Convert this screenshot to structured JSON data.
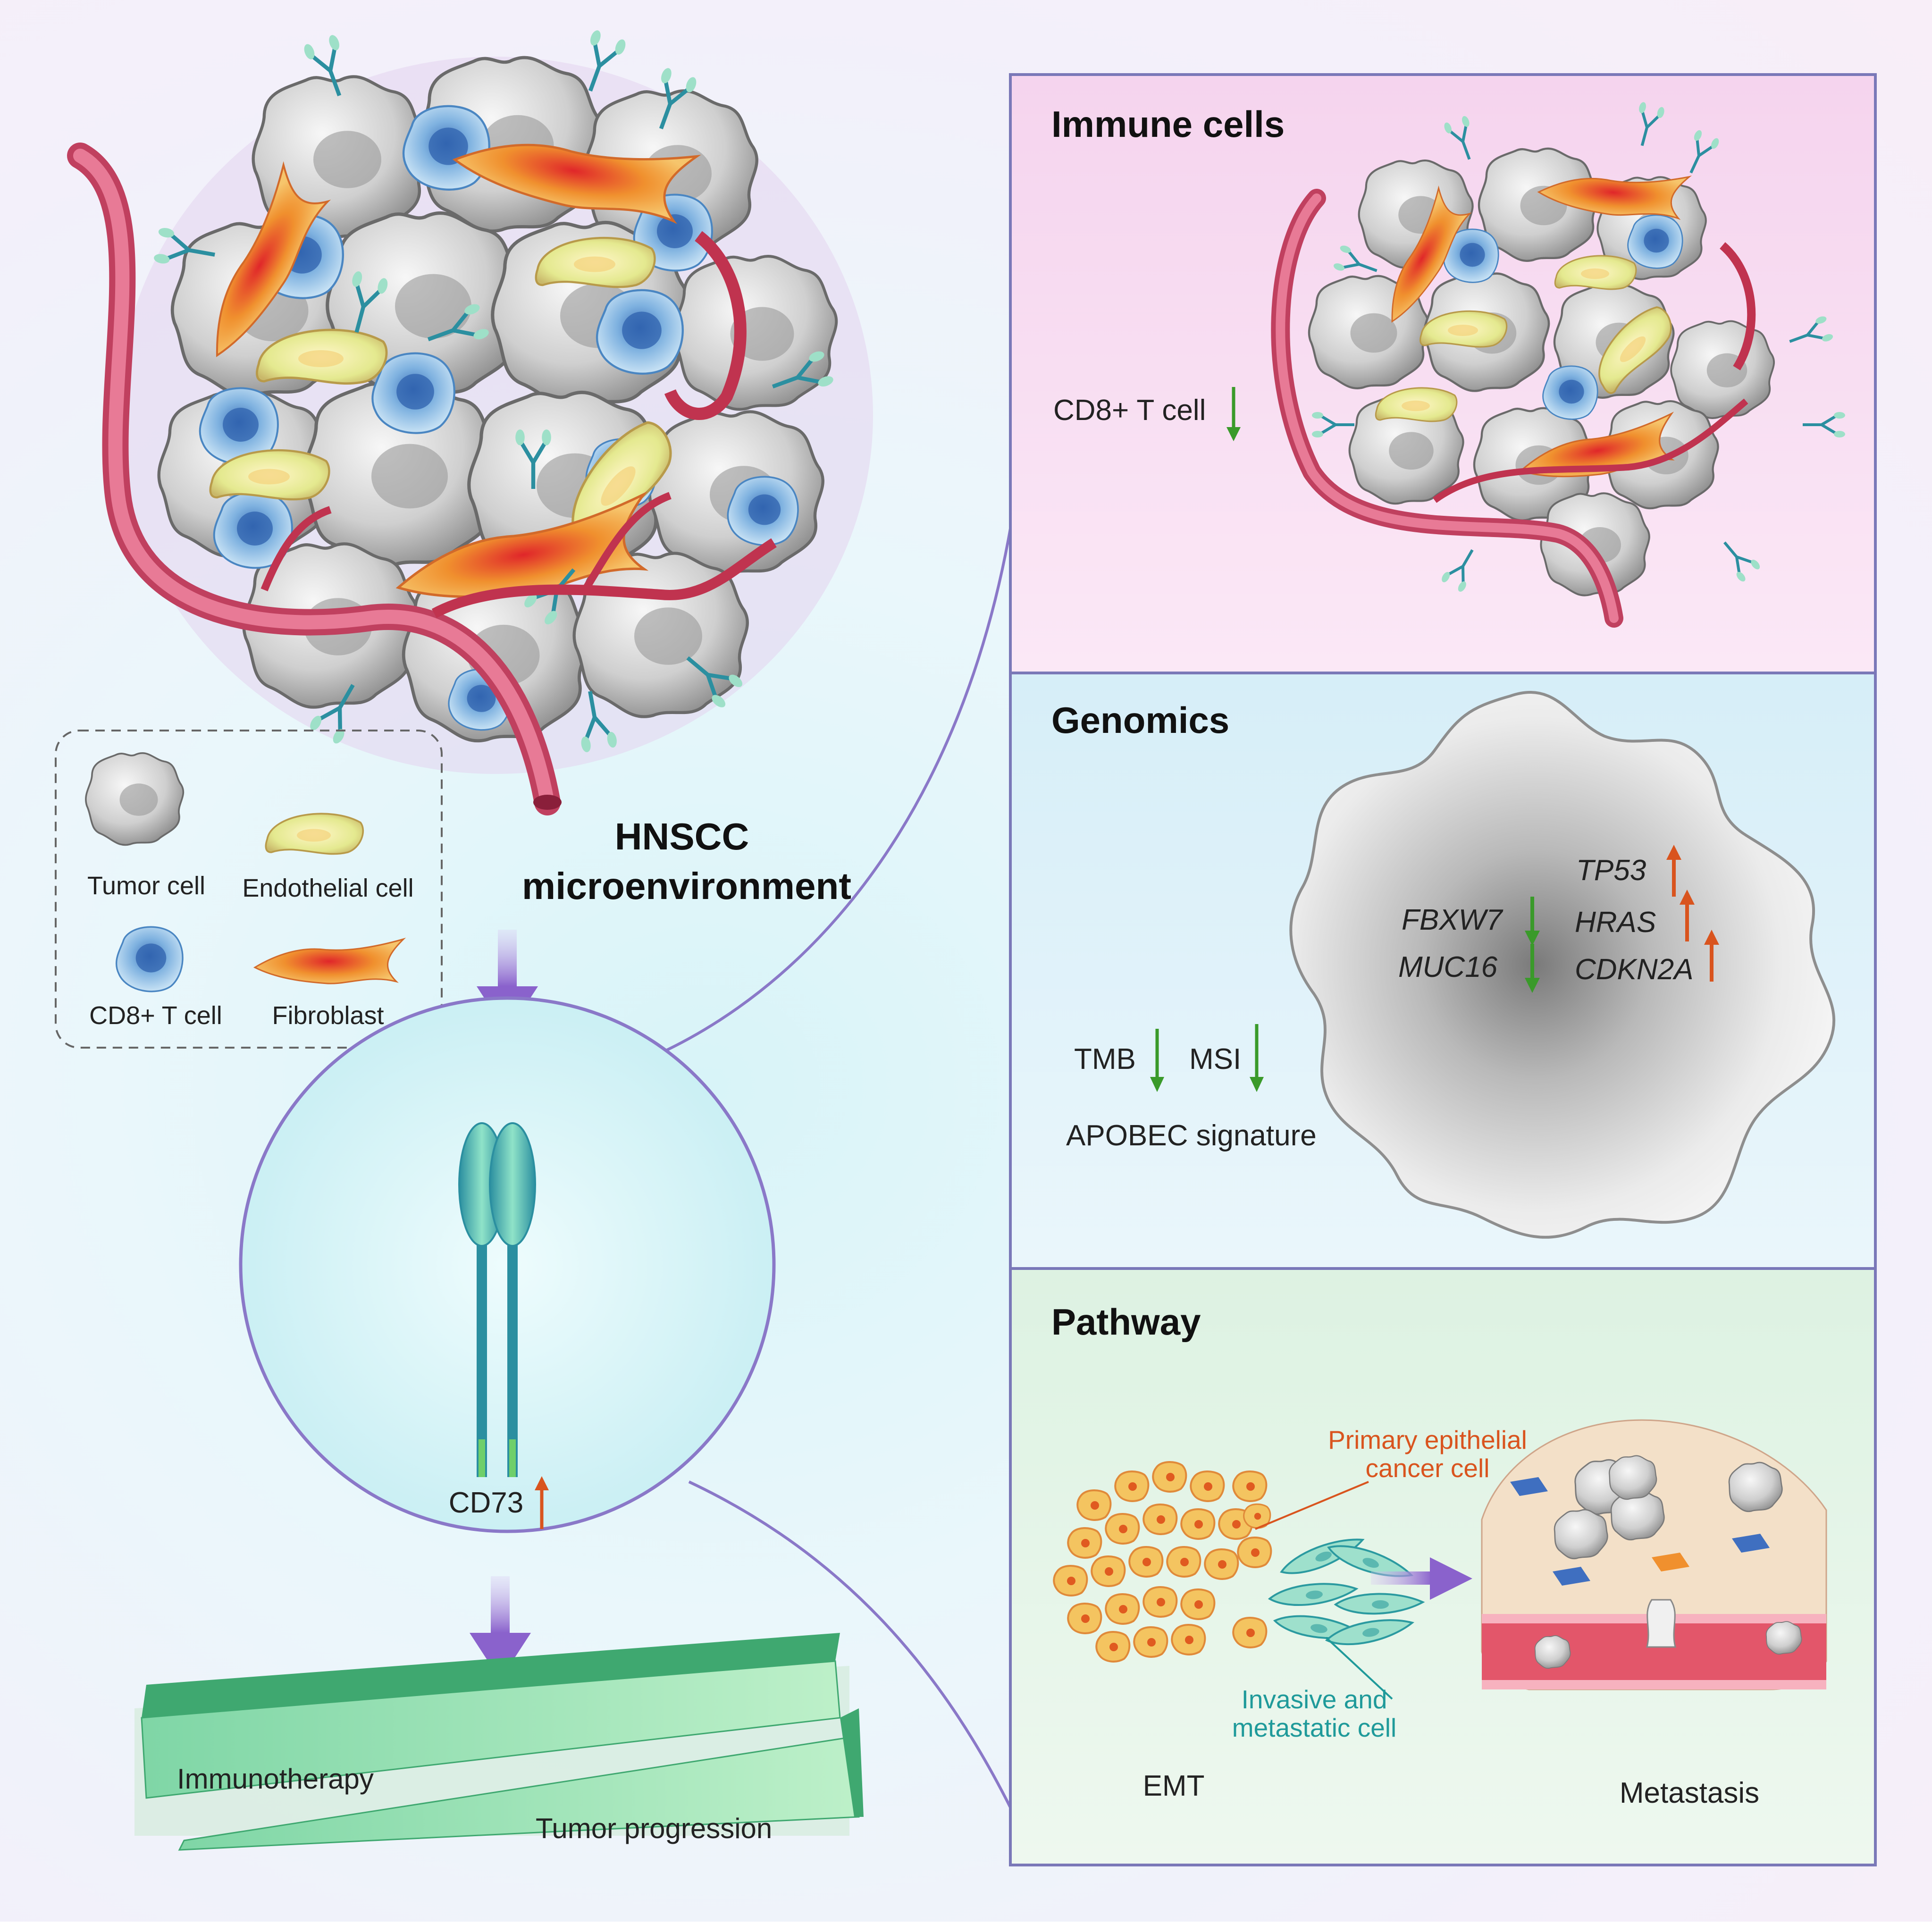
{
  "legend": {
    "tumor_cell": "Tumor cell",
    "endothelial_cell": "Endothelial cell",
    "cd8_t_cell": "CD8+ T cell",
    "fibroblast": "Fibroblast"
  },
  "main_label": {
    "line1": "HNSCC",
    "line2": "microenvironment"
  },
  "cd73": {
    "label": "CD73",
    "trend": "up"
  },
  "outcome": {
    "immunotherapy": "Immunotherapy",
    "tumor_progression": "Tumor progression"
  },
  "panels": {
    "immune": {
      "title": "Immune cells",
      "cd8_label": "CD8+ T cell",
      "cd8_trend": "down"
    },
    "genomics": {
      "title": "Genomics",
      "genes_down": [
        "FBXW7",
        "MUC16"
      ],
      "genes_up": [
        "TP53",
        "HRAS",
        "CDKN2A"
      ],
      "tmb": "TMB",
      "msi": "MSI",
      "apobec": "APOBEC signature"
    },
    "pathway": {
      "title": "Pathway",
      "primary_label_1": "Primary epithelial",
      "primary_label_2": "cancer cell",
      "invasive_label_1": "Invasive and",
      "invasive_label_2": "metastatic cell",
      "emt": "EMT",
      "metastasis": "Metastasis"
    }
  },
  "colors": {
    "up_arrow": "#d9541e",
    "down_arrow": "#3a9a2a",
    "flow_arrow": "#8a62cc",
    "panel_border": "#7a78b8",
    "primary_label": "#d9541e",
    "invasive_label": "#1f9a9a"
  }
}
